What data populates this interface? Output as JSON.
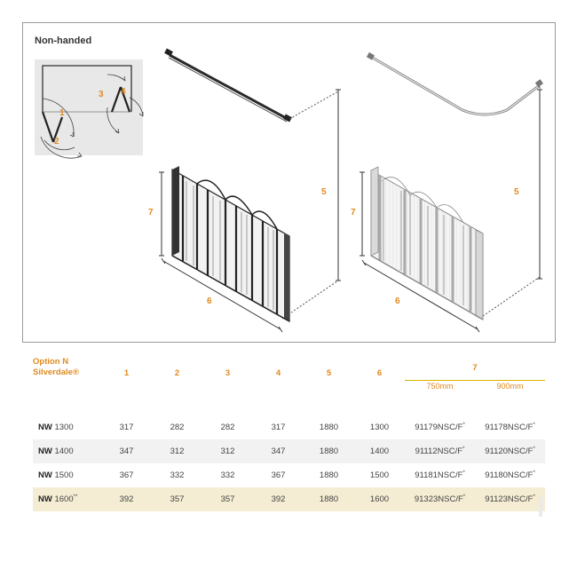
{
  "panel": {
    "title": "Non-handed",
    "plan_labels": [
      "1",
      "2",
      "3",
      "4"
    ],
    "dimension_labels": {
      "d5": "5",
      "d6": "6",
      "d7": "7"
    }
  },
  "colors": {
    "accent_orange": "#e08a1e",
    "rule_yellow": "#d9b300",
    "highlight_row": "#f4ecd3"
  },
  "table": {
    "option_line1": "Option N",
    "option_line2": "Silverdale®",
    "columns": [
      "1",
      "2",
      "3",
      "4",
      "5",
      "6",
      "7"
    ],
    "sub_columns": [
      "750mm",
      "900mm"
    ],
    "rows": [
      {
        "series": "NW",
        "size": "1300",
        "sup": "",
        "c1": "317",
        "c2": "282",
        "c3": "282",
        "c4": "317",
        "c5": "1880",
        "c6": "1300",
        "code750": "91179NSC/F",
        "code900": "91178NSC/F",
        "code_sup": "*"
      },
      {
        "series": "NW",
        "size": "1400",
        "sup": "",
        "c1": "347",
        "c2": "312",
        "c3": "312",
        "c4": "347",
        "c5": "1880",
        "c6": "1400",
        "code750": "91112NSC/F",
        "code900": "91120NSC/F",
        "code_sup": "*"
      },
      {
        "series": "NW",
        "size": "1500",
        "sup": "",
        "c1": "367",
        "c2": "332",
        "c3": "332",
        "c4": "367",
        "c5": "1880",
        "c6": "1500",
        "code750": "91181NSC/F",
        "code900": "91180NSC/F",
        "code_sup": "*"
      },
      {
        "series": "NW",
        "size": "1600",
        "sup": "**",
        "c1": "392",
        "c2": "357",
        "c3": "357",
        "c4": "392",
        "c5": "1880",
        "c6": "1600",
        "code750": "91323NSC/F",
        "code900": "91123NSC/F",
        "code_sup": "*"
      }
    ]
  }
}
